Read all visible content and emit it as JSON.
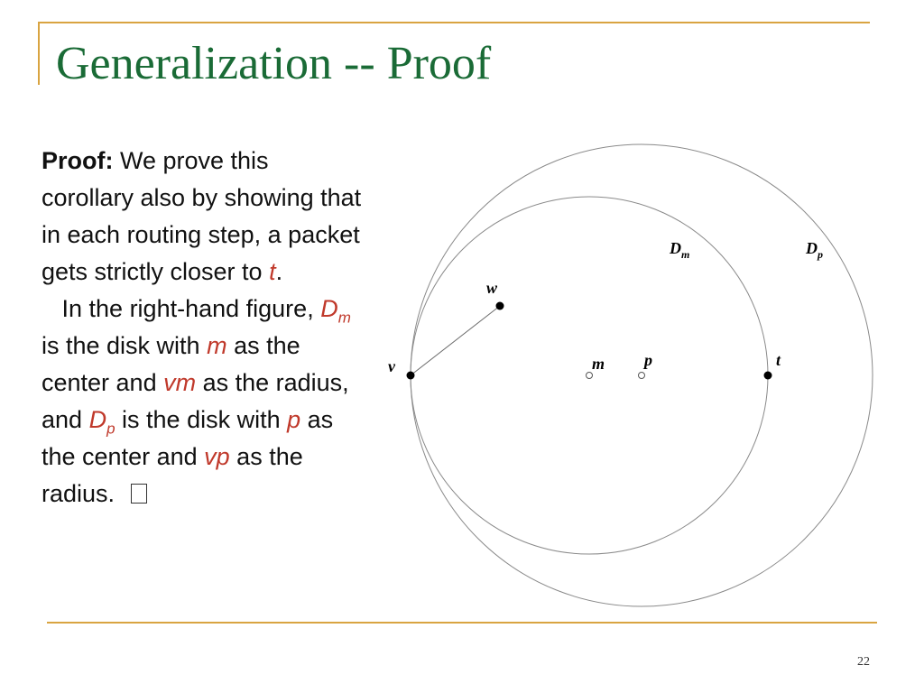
{
  "slide": {
    "title": "Generalization -- Proof",
    "page_number": "22"
  },
  "proof": {
    "lead": "Proof:",
    "s1": " We prove this corollary also by showing that in each routing step, a packet gets strictly closer to ",
    "t": "t",
    "s2": ".",
    "s3": "In the right-hand figure, ",
    "dm_base": "D",
    "dm_sub": "m",
    "s4": " is the disk with ",
    "m": "m",
    "s5": " as the center and ",
    "vm": "vm",
    "s6": " as the radius, and ",
    "dp_base": "D",
    "dp_sub": "p",
    "s7": " is the disk with ",
    "p": "p",
    "s8": " as the center and ",
    "vp": "vp",
    "s9": " as the radius."
  },
  "diagram": {
    "labels": {
      "w": "w",
      "v": "v",
      "m": "m",
      "p": "p",
      "t": "t",
      "dm_base": "D",
      "dm_sub": "m",
      "dp_base": "D",
      "dp_sub": "p"
    }
  },
  "colors": {
    "title": "#1a6b36",
    "accent_rule": "#d9a441",
    "highlight": "#c0392b"
  }
}
